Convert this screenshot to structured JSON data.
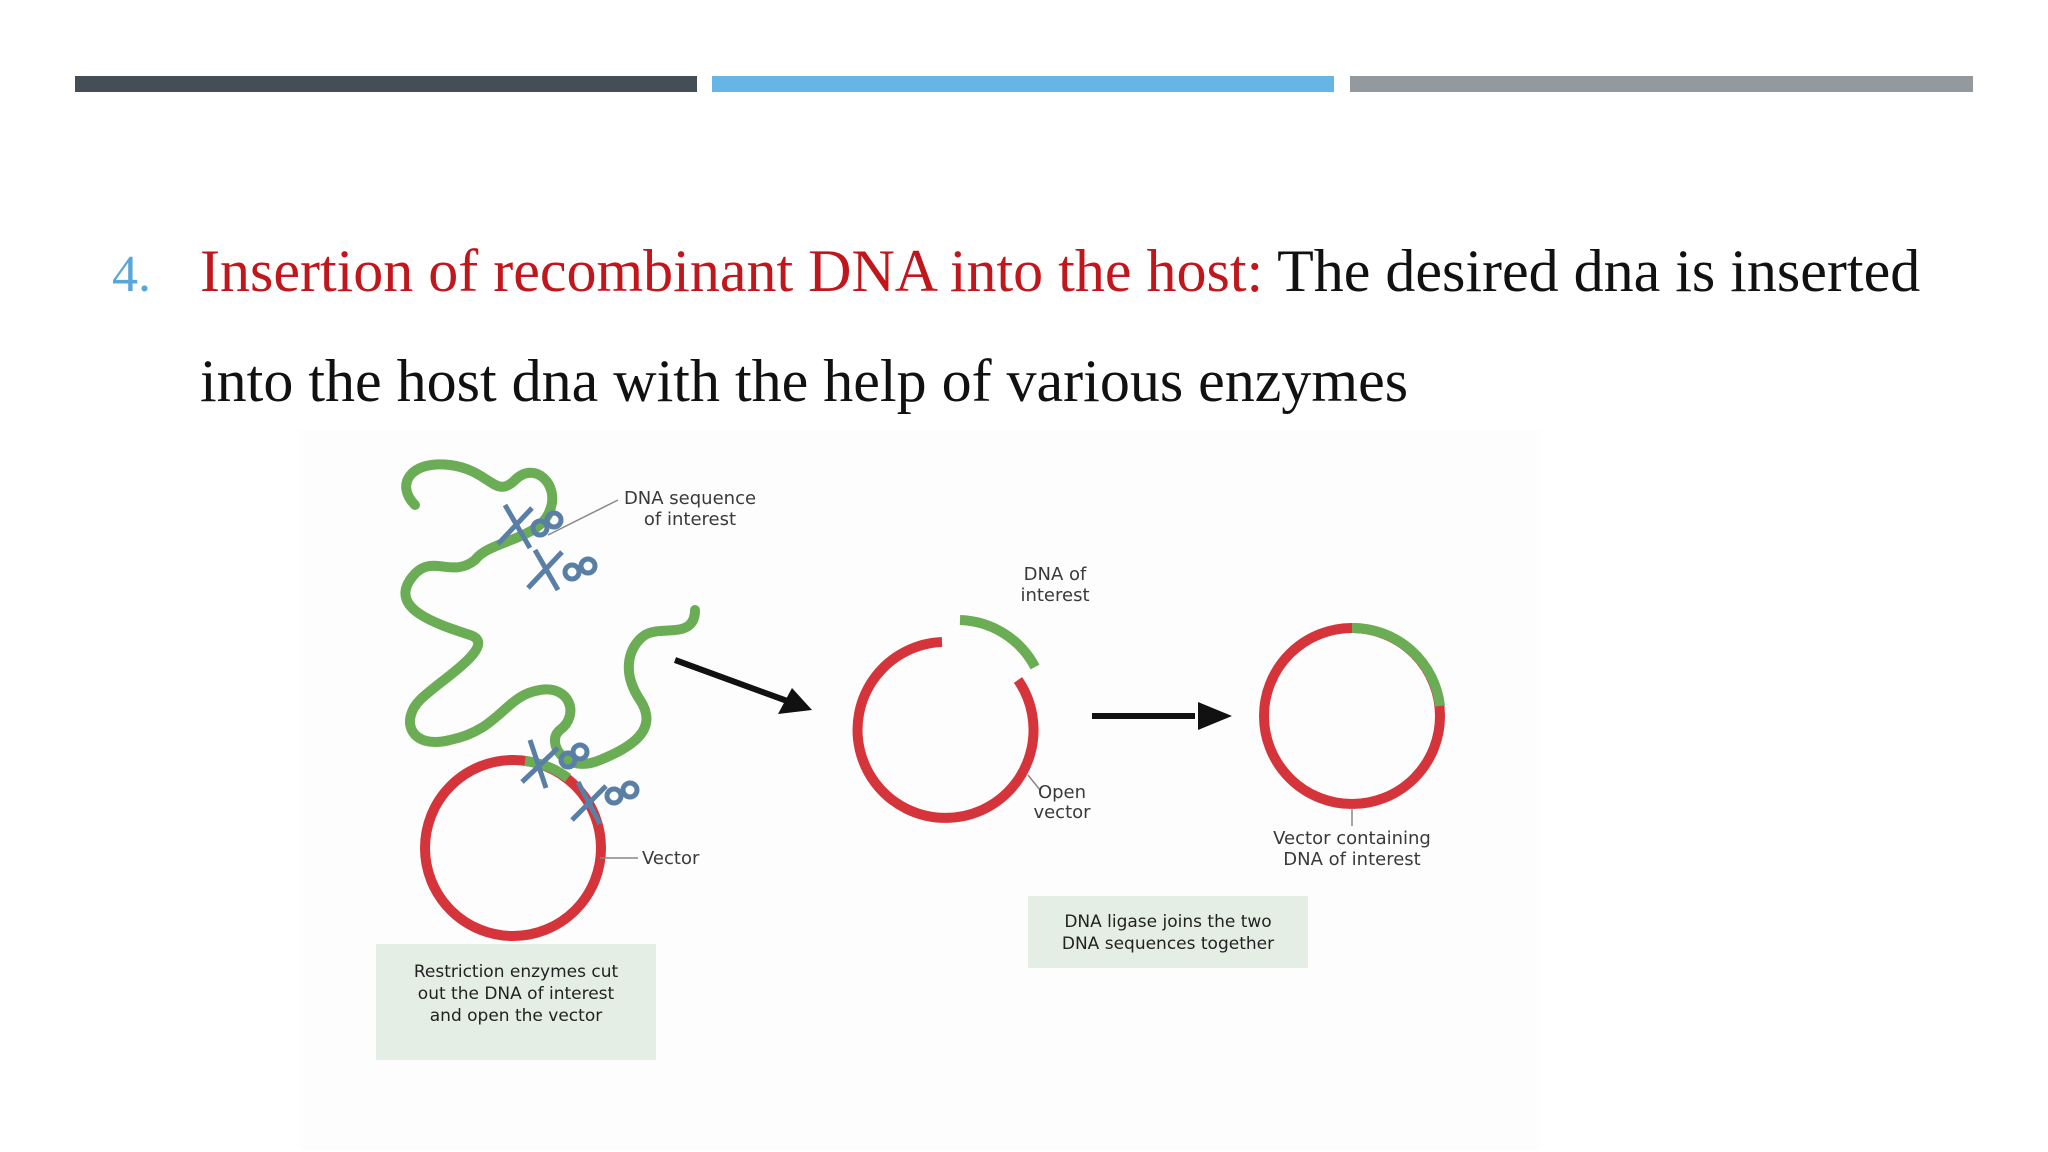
{
  "slide": {
    "number": "4.",
    "lead": "Insertion of recombinant DNA into the host:",
    "text_line1": " The desired dna is inserted",
    "text_line2": "into the host dna with the help of various enzymes"
  },
  "colors": {
    "bar_dark": "#434e57",
    "bar_blue": "#67b5e5",
    "bar_gray": "#929aa0",
    "lead_red": "#c0161c",
    "number_blue": "#5aa6d8",
    "dna_green": "#6aad55",
    "vector_red": "#d4343a"
  },
  "figure": {
    "dna_label_line1": "DNA sequence",
    "dna_label_line2": "of interest",
    "vector_label": "Vector",
    "step1_box_line1": "Restriction enzymes cut",
    "step1_box_line2": "out the DNA of interest",
    "step1_box_line3": "and open the vector",
    "dna_of_interest_line1": "DNA of",
    "dna_of_interest_line2": "interest",
    "open_vector_line1": "Open",
    "open_vector_line2": "vector",
    "result_label_line1": "Vector containing",
    "result_label_line2": "DNA of interest",
    "step2_box_line1": "DNA ligase joins the two",
    "step2_box_line2": "DNA sequences together"
  }
}
